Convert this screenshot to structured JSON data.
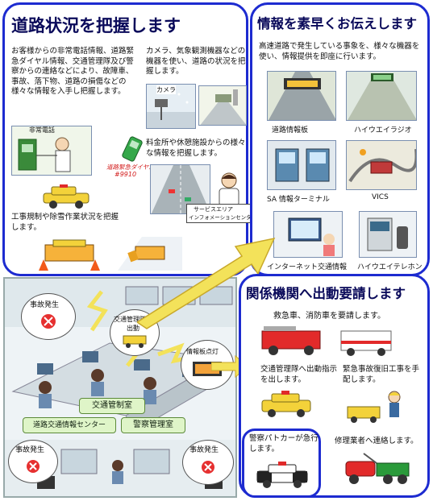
{
  "left_panel": {
    "title": "道路状況を把握します",
    "text1": "お客様からの非常電話情報、道路緊急ダイヤル情報、交通管理隊及び警察からの連絡などにより、故障車、事故、落下物、道路の損傷などの様々な情報を入手し把握します。",
    "label_emergency_phone": "非常電話",
    "label_dial_line1": "道路緊急ダイヤル",
    "label_dial_line2": "#9910",
    "text_camera": "カメラ、気象観測機器などの機器を使い、道路の状況を把握します。",
    "label_camera": "カメラ",
    "text_toll": "料金所や休憩施設からの様々な情報を把握します。",
    "label_center_line1": "サービスエリア",
    "label_center_line2": "インフォメーションセンター",
    "text_work": "工事規制や除雪作業状況を把握します。"
  },
  "right_panel": {
    "title": "情報を素早くお伝えします",
    "text": "高速道路で発生している事象を、様々な機器を使い、情報提供を即座に行います。",
    "items": [
      {
        "label": "道路情報板"
      },
      {
        "label": "ハイウエイラジオ"
      },
      {
        "label": "SA 情報ターミナル"
      },
      {
        "label": "VICS"
      },
      {
        "label": "インターネット交通情報"
      },
      {
        "label": "ハイウエイテレホン"
      }
    ]
  },
  "dispatch_panel": {
    "title": "関係機関へ出動要請します",
    "text_ambulance": "救急車、消防車を要請します。",
    "text_patrol": "交通管理隊へ出動指示を出します。",
    "text_repair": "緊急事故復旧工事を手配します。",
    "text_police": "警察パトカーが急行します。",
    "text_tow": "修理業者へ連絡します。"
  },
  "control_room": {
    "bubble_accident": "事故発生",
    "bubble_patrol_line1": "交通管理隊",
    "bubble_patrol_line2": "出動",
    "bubble_board": "情報板点灯",
    "label_traffic_control": "交通管制室",
    "label_road_center": "道路交通情報センター",
    "label_police_room": "警察管理室"
  },
  "colors": {
    "panel_border": "#1d2bd0",
    "arrow_yellow": "#f3e25a",
    "pill_green": "#dff5c8"
  }
}
